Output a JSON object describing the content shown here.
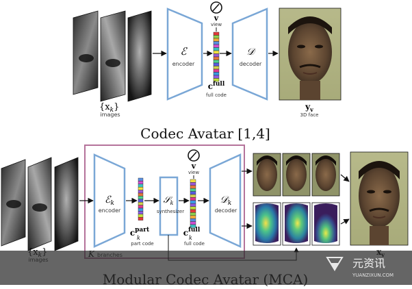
{
  "top": {
    "encoder_symbol": "ℰ",
    "encoder_label": "encoder",
    "decoder_symbol": "𝒟",
    "decoder_label": "decoder",
    "view_symbol": "v",
    "view_label": "view",
    "code_symbol_base": "c",
    "code_symbol_sup": "full",
    "code_label": "full code",
    "images_set": "{x",
    "images_sub": "k",
    "images_set_close": "}",
    "images_label": "images",
    "output_symbol": "y",
    "output_sub": "v",
    "output_label": "3D face"
  },
  "titles": {
    "top": "Codec Avatar [1,4]",
    "bottom": "Modular Codec Avatar (MCA)"
  },
  "bottom": {
    "encoder_symbol": "ℰ",
    "encoder_sub": "k",
    "encoder_label": "encoder",
    "part_code_base": "c",
    "part_code_sub": "k",
    "part_code_sup": "part",
    "part_code_label": "part code",
    "synth_symbol": "𝒮",
    "synth_sub": "k",
    "synth_label": "synthesizer",
    "full_code_base": "c",
    "full_code_sub": "k",
    "full_code_sup": "full",
    "full_code_label": "full code",
    "view_symbol": "v",
    "view_label": "view",
    "decoder_symbol": "𝒟",
    "decoder_sub": "k",
    "decoder_label": "decoder",
    "images_set": "{x",
    "images_sub": "k",
    "images_set_close": "}",
    "images_label": "images",
    "branches_symbol": "K",
    "branches_label": "branches",
    "output_symbol": "x",
    "output_sub": "v"
  },
  "watermark": {
    "brand": "元资讯",
    "url": "YUANZIXUN.COM"
  },
  "colors": {
    "trapezoid_stroke": "#7aa7d6",
    "trapezoid_fill": "#ffffff",
    "branch_box": "#b4729a",
    "code_bar": [
      "#e23b3b",
      "#8fd14f",
      "#f1a83a",
      "#5b8fe0",
      "#d14fd1",
      "#3cc1c1",
      "#f2e040",
      "#9b59d6",
      "#e2753b",
      "#4fd18f",
      "#5b5be0",
      "#d1d14f",
      "#e03b8f",
      "#3b9be2",
      "#8f5be0",
      "#c1e03b"
    ]
  }
}
